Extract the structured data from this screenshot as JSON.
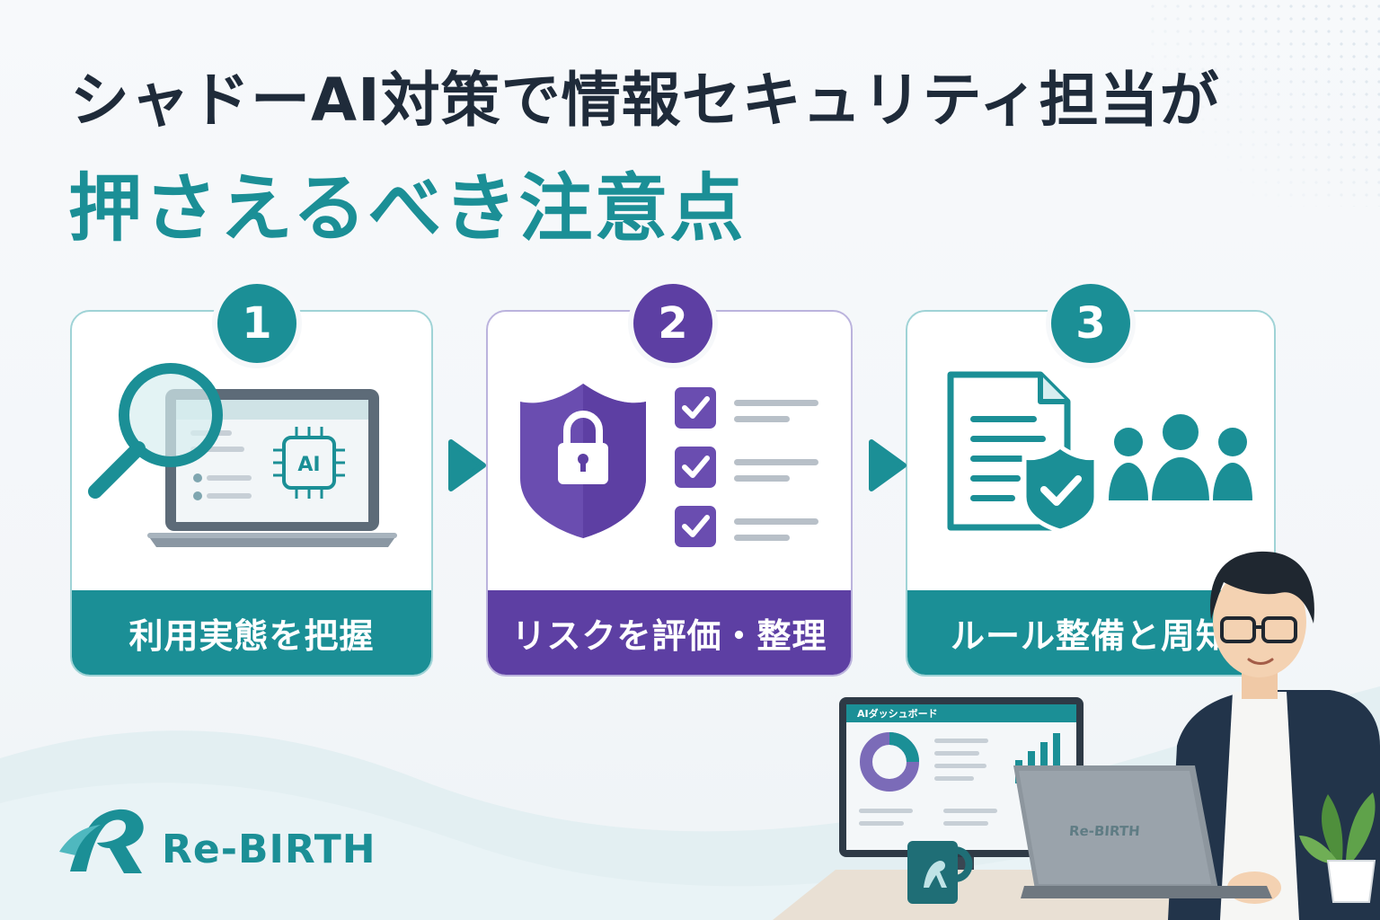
{
  "title": {
    "line1": "シャドーAI対策で情報セキュリティ担当が",
    "line2": "押さえるべき注意点"
  },
  "steps": [
    {
      "number": "1",
      "label": "利用実態を把握",
      "icon": "magnifier-laptop-ai-icon"
    },
    {
      "number": "2",
      "label": "リスクを評価・整理",
      "icon": "shield-lock-checklist-icon"
    },
    {
      "number": "3",
      "label": "ルール整備と周知",
      "icon": "document-shield-users-icon"
    }
  ],
  "icons": {
    "chip_text": "AI"
  },
  "brand": {
    "name": "Re-BIRTH"
  },
  "illustration": {
    "monitor_title": "AIダッシュボード",
    "laptop_brand": "Re-BIRTH"
  },
  "colors": {
    "teal": "#1b8f96",
    "purple": "#5d3fa3",
    "navy": "#1f2b3a"
  }
}
